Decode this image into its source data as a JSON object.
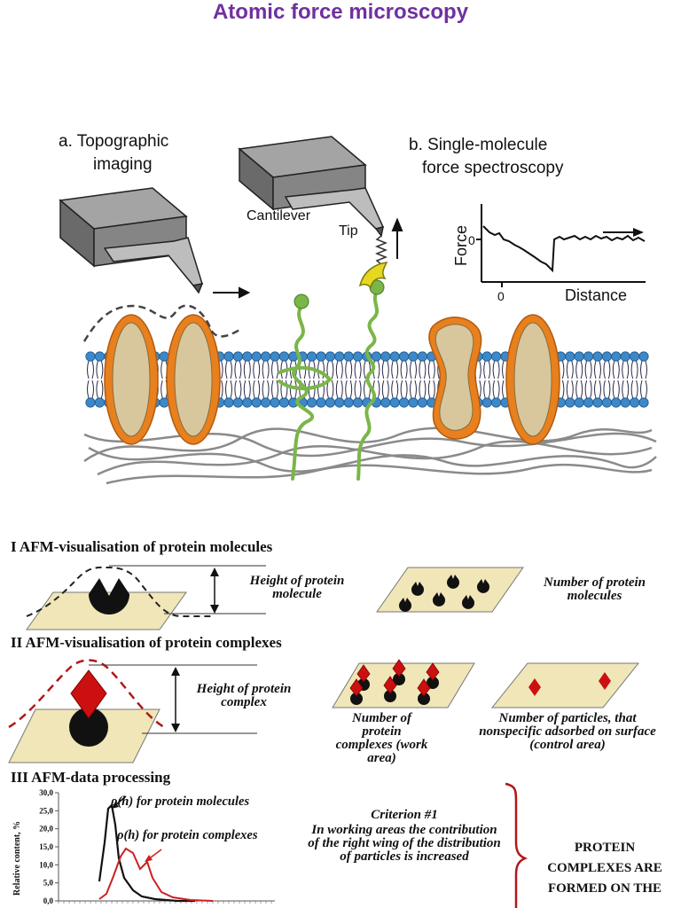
{
  "title": "Atomic force microscopy",
  "colors": {
    "title": "#7030a0",
    "lipid_head": "#3d88c8",
    "protein_fill": "#d8c79c",
    "protein_rim": "#e8801e",
    "helix": "#7ab648",
    "diamond": "#d01010",
    "curve_red": "#cc2020",
    "brace": "#b01818",
    "plate": "#f0e6b8"
  },
  "top_diagram": {
    "label_a_line1": "a. Topographic",
    "label_a_line2": "imaging",
    "label_b_line1": "b. Single-molecule",
    "label_b_line2": "force spectroscopy",
    "cantilever": "Cantilever",
    "tip": "Tip",
    "force_axis": "Force",
    "distance_axis": "Distance",
    "tick_zero_y": "0",
    "tick_zero_x": "0"
  },
  "section1": {
    "heading": "I AFM-visualisation  of protein molecules",
    "height_caption": "Height of protein molecule",
    "number_caption": "Number of protein molecules"
  },
  "section2": {
    "heading": "II AFM-visualisation  of protein complexes",
    "height_caption": "Height of protein complex",
    "number_caption": "Number of protein complexes (work area)",
    "nonspecific_caption": "Number of particles, that nonspecific adsorbed on surface (control area)"
  },
  "section3": {
    "heading": "III AFM-data processing",
    "ylabel": "Relative content, %",
    "yticks": [
      "30,0",
      "25,0",
      "20,0",
      "15,0",
      "10,0",
      "5,0",
      "0,0"
    ],
    "legend_molecules": "ρ(h) for protein molecules",
    "legend_complexes": "ρ(h) for protein complexes",
    "criterion_line1": "Criterion #1",
    "criterion_body": "In working areas the contribution of the right wing of the distribution of particles is increased",
    "conclusion_lines": [
      "PROTEIN",
      "COMPLEXES ARE",
      "FORMED ON THE"
    ]
  }
}
